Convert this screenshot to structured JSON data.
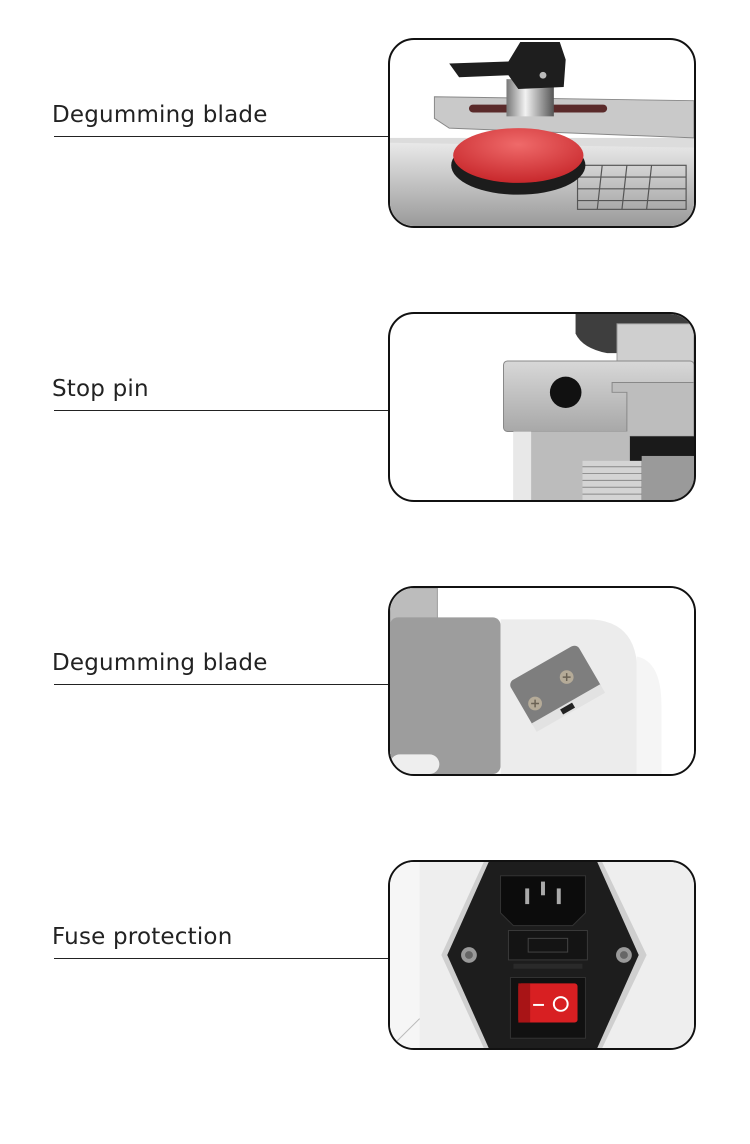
{
  "features": [
    {
      "label": "Degumming blade",
      "image": "suction-cup-press-arm"
    },
    {
      "label": "Stop pin",
      "image": "stop-pin-closeup"
    },
    {
      "label": "Degumming blade",
      "image": "side-mounted-blade"
    },
    {
      "label": "Fuse protection",
      "image": "power-socket-fuse-switch"
    }
  ],
  "switch": {
    "off_symbol": "O",
    "on_symbol": "—"
  },
  "colors": {
    "accent_red": "#d9383a",
    "frame_border": "#111111",
    "text": "#222222"
  }
}
